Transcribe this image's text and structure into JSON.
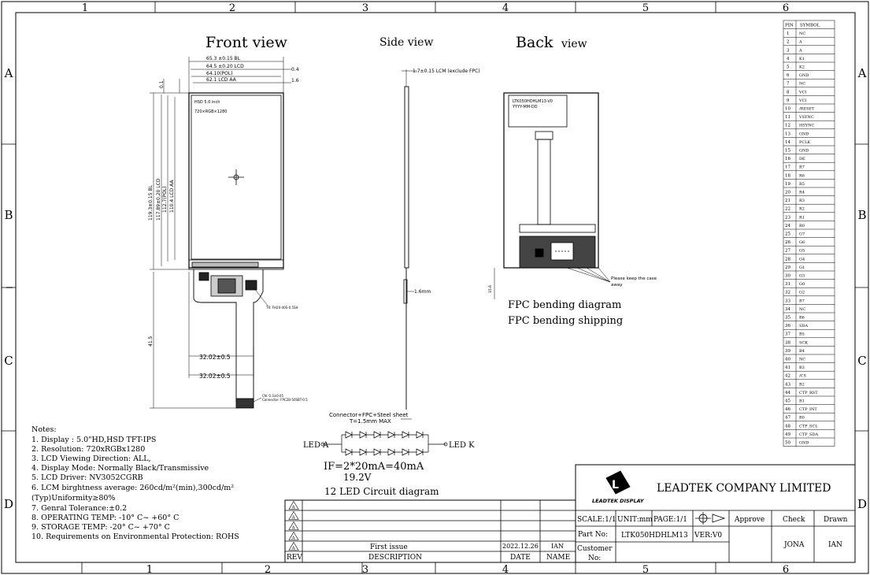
{
  "frame": {
    "top_cols": [
      "1",
      "2",
      "3",
      "4",
      "5",
      "6"
    ],
    "bottom_cols": [
      "1",
      "2",
      "3",
      "4",
      "5",
      "6"
    ],
    "rows": [
      "A",
      "B",
      "C",
      "D"
    ]
  },
  "views": {
    "front_title": "Front view",
    "side_title": "Side view",
    "back_title": "Back",
    "back_title2": "view"
  },
  "front": {
    "dim_w1": "65.3 ±0.15 BL",
    "dim_w2": "64.5 ±0.20 LCD",
    "dim_w3": "64.10(POL)",
    "dim_w4": "62.1 LCD AA",
    "dim_r1": "0.4",
    "dim_r2": "1.6",
    "dim_left_top": "0.1",
    "dim_h1": "119.3±0.15 BL",
    "dim_h2": "117.89±0.20 LCD",
    "dim_h3": "112.7(POL)",
    "dim_h4": "110.4 LCD AA",
    "screen_l1": "HSD 5.0 inch",
    "screen_l2": "720×RGB×1280",
    "fpc_w1": "32.02±0.5",
    "fpc_w2": "32.02±0.5",
    "fpc_h": "41.5",
    "fpc_note1": "TR: FH20-40S-0.5SH",
    "fpc_note2": "CN: 0.3±0.05",
    "fpc_note3": "Connector: FPC2B-50SBT-0.5"
  },
  "side": {
    "dim_top": "1.7±0.15  LCM (exclude FPC)",
    "dim_mid": "1.6mm",
    "note1": "Connector+FPC+Steel sheet",
    "note2": "T=1.5mm MAX"
  },
  "back": {
    "label1": "LTK050HDHLM13-V0",
    "label2": "YYYY-MM-DD",
    "keep_note1": "Please keep the case",
    "keep_note2": "away",
    "side_dim": "15.6",
    "bend1": "FPC bending diagram",
    "bend2": "FPC bending shipping"
  },
  "led": {
    "a": "LED A",
    "k": "LED K",
    "current": "IF=2*20mA=40mA",
    "voltage": "19.2V",
    "title": "12 LED Circuit diagram"
  },
  "notes": {
    "title": "Notes:",
    "lines": [
      "1. Display : 5.0\"HD,HSD TFT-IPS",
      "2. Resolution: 720xRGBx1280",
      "3. LCD Viewing Direction: ALL,",
      "4. Display Mode: Normally Black/Transmissive",
      "5. LCD Driver: NV3052CGRB",
      "6. LCM birghtness average: 260cd/m²(min),300cd/m²",
      "(Typ)Uniformity≥80%",
      "7. Genral Tolerance:±0.2",
      "8. OPERATING TEMP: -10° C~ +60° C",
      "9. STORAGE TEMP: -20° C~ +70° C",
      "10. Requirements on Environmental Protection: ROHS"
    ]
  },
  "pins": {
    "h_pin": "PIN",
    "h_symbol": "SYMBOL",
    "rows": [
      [
        "1",
        "NC"
      ],
      [
        "2",
        "A"
      ],
      [
        "3",
        "A"
      ],
      [
        "4",
        "K1"
      ],
      [
        "5",
        "K2"
      ],
      [
        "6",
        "GND"
      ],
      [
        "7",
        "NC"
      ],
      [
        "8",
        "VCI"
      ],
      [
        "9",
        "VCI"
      ],
      [
        "10",
        "/RESET"
      ],
      [
        "11",
        "VSYNC"
      ],
      [
        "12",
        "HSYNC"
      ],
      [
        "13",
        "GND"
      ],
      [
        "14",
        "PCLK"
      ],
      [
        "15",
        "GND"
      ],
      [
        "16",
        "DE"
      ],
      [
        "17",
        "R7"
      ],
      [
        "18",
        "R6"
      ],
      [
        "19",
        "R5"
      ],
      [
        "20",
        "R4"
      ],
      [
        "21",
        "R3"
      ],
      [
        "22",
        "R2"
      ],
      [
        "23",
        "R1"
      ],
      [
        "24",
        "R0"
      ],
      [
        "25",
        "G7"
      ],
      [
        "26",
        "G6"
      ],
      [
        "27",
        "G5"
      ],
      [
        "28",
        "G4"
      ],
      [
        "29",
        "G1"
      ],
      [
        "30",
        "G3"
      ],
      [
        "31",
        "G0"
      ],
      [
        "32",
        "G2"
      ],
      [
        "33",
        "B7"
      ],
      [
        "34",
        "NC"
      ],
      [
        "35",
        "B6"
      ],
      [
        "36",
        "SDA"
      ],
      [
        "37",
        "B5"
      ],
      [
        "38",
        "SCK"
      ],
      [
        "39",
        "B4"
      ],
      [
        "40",
        "NC"
      ],
      [
        "41",
        "B3"
      ],
      [
        "42",
        "/CS"
      ],
      [
        "43",
        "B2"
      ],
      [
        "44",
        "CTP_RST"
      ],
      [
        "45",
        "B1"
      ],
      [
        "46",
        "CTP_INT"
      ],
      [
        "47",
        "B0"
      ],
      [
        "48",
        "CTP_SCL"
      ],
      [
        "49",
        "CTP_SDA"
      ],
      [
        "50",
        "GND"
      ]
    ]
  },
  "title_block": {
    "company": "LEADTEK COMPANY LIMITED",
    "logo_letter": "L",
    "logo_text": "LEADTEK DISPLAY",
    "scale": "SCALE:1/1",
    "unit": "UNIT:mm",
    "page": "PAGE:1/1",
    "approve": "Approve",
    "check": "Check",
    "drawn": "Drawn",
    "part_label": "Part No:",
    "part_value": "LTK050HDHLM13",
    "ver": "VER:V0",
    "customer1": "Customer",
    "customer2": "No:",
    "check_name": "JONA",
    "drawn_name": "IAN",
    "rev_symbol": "A",
    "rev_header": "REV",
    "desc_header": "DESCRIPTION",
    "date_header": "DATE",
    "name_header": "NAME",
    "first_issue": "First issue",
    "issue_date": "2022.12.26",
    "issue_name": "IAN"
  }
}
